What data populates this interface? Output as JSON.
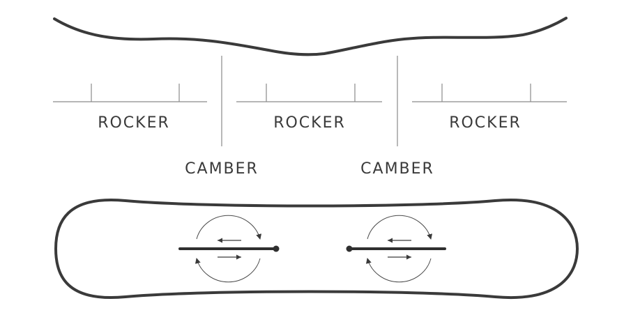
{
  "diagram": {
    "rocker_labels": [
      "ROCKER",
      "ROCKER",
      "ROCKER"
    ],
    "camber_labels": [
      "CAMBER",
      "CAMBER"
    ],
    "colors": {
      "profile": "#3a3a3a",
      "guide": "#8a8a8a",
      "text": "#3a3a3a"
    }
  }
}
